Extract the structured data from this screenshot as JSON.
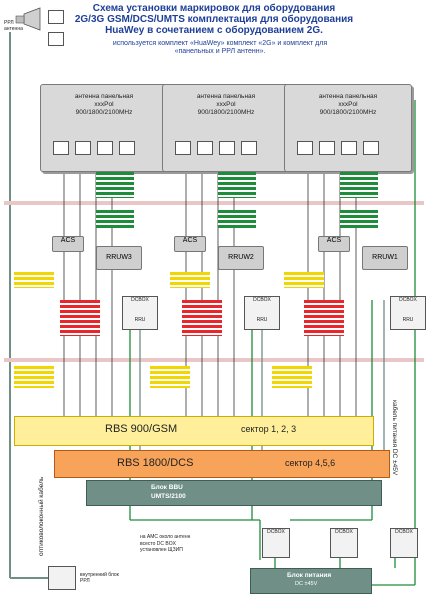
{
  "title_lines": [
    "Схема установки маркировок для оборудования",
    "2G/3G  GSM/DCS/UMTS комплектация для оборудования",
    "HuaWey в сочетанием с оборудованием 2G."
  ],
  "subtitle_lines": [
    "используется комплект «HuaWey»  комплект «2G» и комплект для",
    "«панельных и РРЛ антенн»."
  ],
  "rrl_label": "РРЛ\nантенна",
  "antenna_text": [
    "антенна панельная",
    "xxxPol",
    "900/1800/2100MHz"
  ],
  "acs_label": "ACS",
  "rruw_labels": [
    "RRUW3",
    "RRUW2",
    "RRUW1"
  ],
  "dcbox_label": "DCBOX",
  "rru_label": "RRU",
  "rbs900": {
    "label": "RBS 900/GSM",
    "sector": "сектор 1, 2, 3"
  },
  "rbs1800": {
    "label": "RBS 1800/DCS",
    "sector": "сектор 4,5,6"
  },
  "bbu": {
    "line1": "Блок BBU",
    "line2": "UMTS/2100"
  },
  "power": {
    "line1": "Блок питания",
    "line2": "DC ±45V"
  },
  "power_cable": "кабель питания DC ±45V",
  "fiber_cable": "оптиковолоконный кабель",
  "inner_rrl": "внутренний блок\nРРЛ",
  "amc_note": [
    "на АМС около антенн",
    "всесто DC BOX",
    "установлен ЩЗИП"
  ],
  "colors": {
    "title": "#1f3f98",
    "green": "#1e8c3a",
    "yellow": "#f2d600",
    "red": "#e8262b",
    "teal": "#6f8f87"
  }
}
